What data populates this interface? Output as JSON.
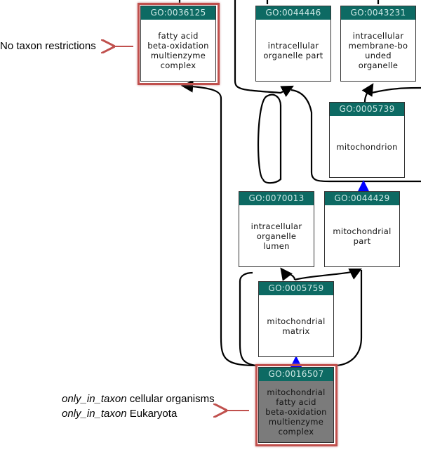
{
  "nodes": [
    {
      "id": "GO:0036125",
      "label": "fatty acid\nbeta-oxidation\nmultienzyme\ncomplex"
    },
    {
      "id": "GO:0044446",
      "label": "intracellular\norganelle part"
    },
    {
      "id": "GO:0043231",
      "label": "intracellular\nmembrane-bo\nunded\norganelle"
    },
    {
      "id": "GO:0005739",
      "label": "mitochondrion"
    },
    {
      "id": "GO:0070013",
      "label": "intracellular\norganelle\nlumen"
    },
    {
      "id": "GO:0044429",
      "label": "mitochondrial\npart"
    },
    {
      "id": "GO:0005759",
      "label": "mitochondrial\nmatrix"
    },
    {
      "id": "GO:0016507",
      "label": "mitochondrial\nfatty acid\nbeta-oxidation\nmultienzyme\ncomplex"
    }
  ],
  "annotations": {
    "top": "No taxon restrictions",
    "bottom": [
      {
        "keyword": "only_in_taxon",
        "value": " cellular organisms"
      },
      {
        "keyword": "only_in_taxon",
        "value": " Eukaryota"
      }
    ]
  },
  "colors": {
    "header": "#0d6a63",
    "highlight": "#c0504d",
    "selected_node": "#7b7b7b",
    "edge": "#000000",
    "is_a_edge": "#0000ff"
  }
}
